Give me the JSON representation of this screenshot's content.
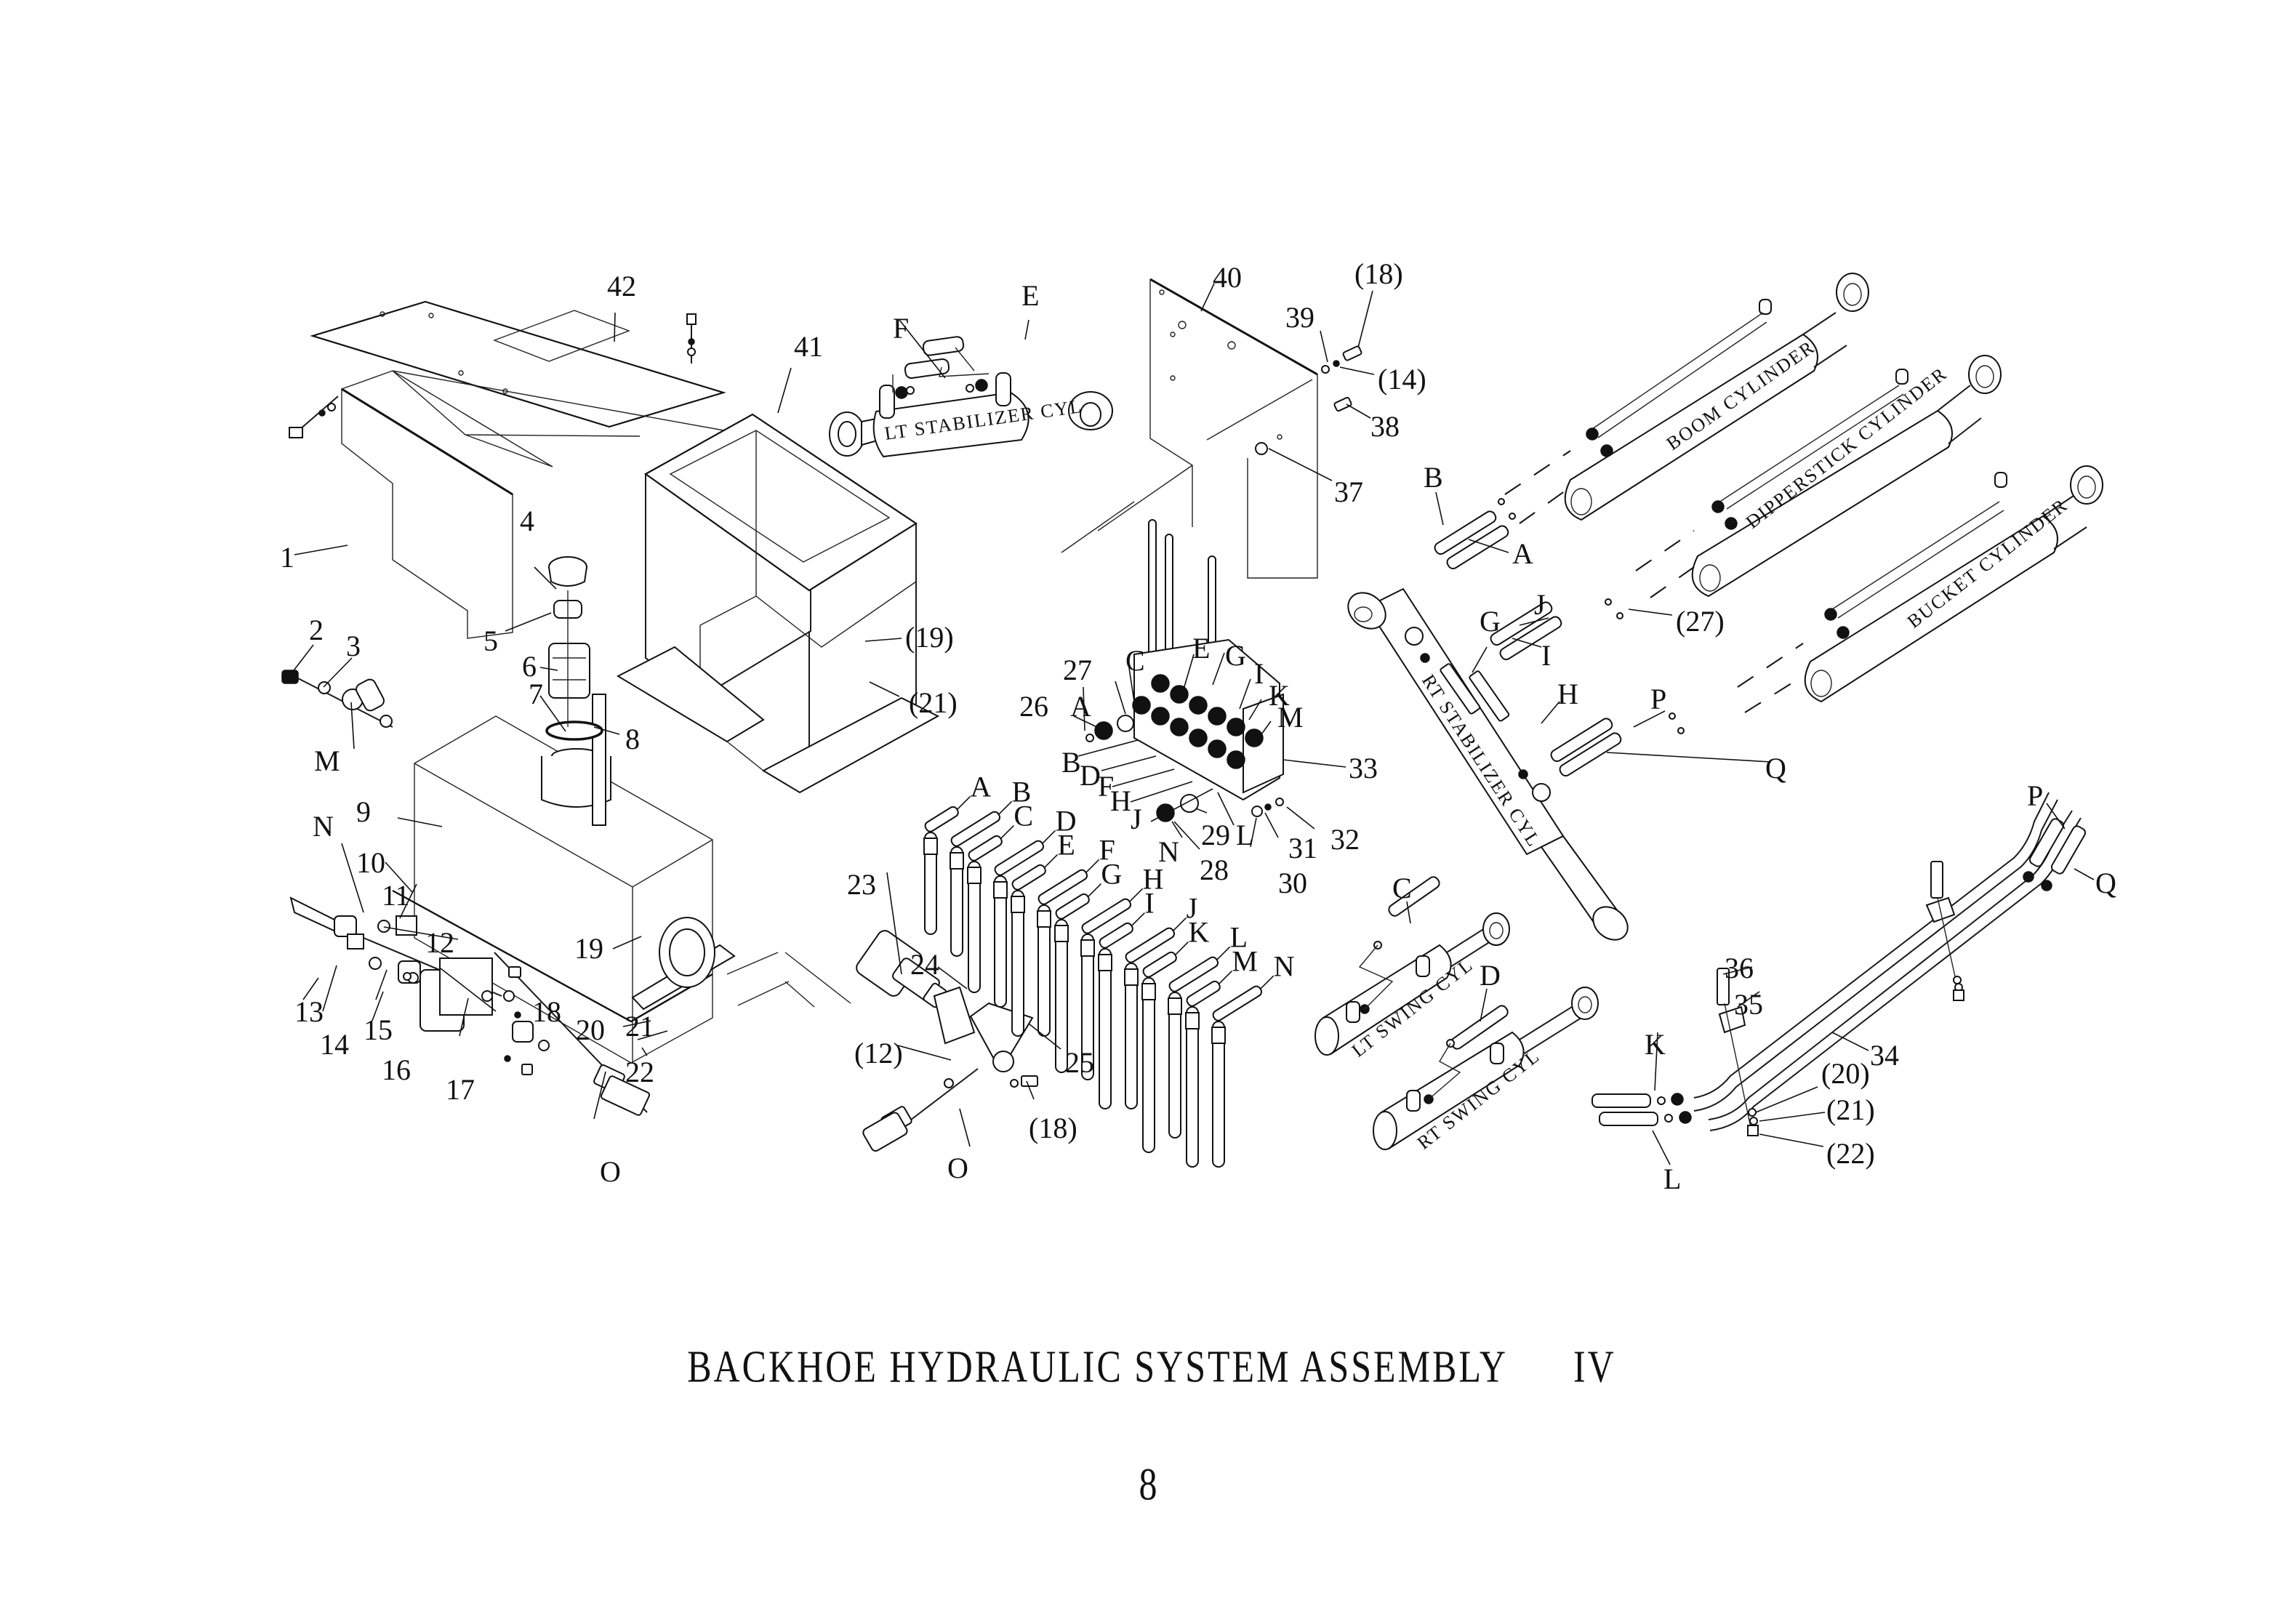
{
  "document": {
    "title": "BACKHOE HYDRAULIC SYSTEM ASSEMBLY",
    "figure_number": "IV",
    "page_number": "8"
  },
  "cylinder_labels": {
    "lt_stabilizer": "LT STABILIZER CYL",
    "rt_stabilizer": "RT STABILIZER CYL",
    "boom": "BOOM CYLINDER",
    "dipperstick": "DIPPERSTICK CYLINDER",
    "bucket": "BUCKET CYLINDER",
    "lt_swing": "LT SWING CYL",
    "rt_swing": "RT SWING CYL"
  },
  "callouts": {
    "c1": "1",
    "c2": "2",
    "c3": "3",
    "c4": "4",
    "c5": "5",
    "c6": "6",
    "c7": "7",
    "c8": "8",
    "c9": "9",
    "c10": "10",
    "c11": "11",
    "c12": "12",
    "c13": "13",
    "c14": "14",
    "c15": "15",
    "c16": "16",
    "c17": "17",
    "c18": "18",
    "c19": "19",
    "c20": "20",
    "c21": "21",
    "c22": "22",
    "c23": "23",
    "c24": "24",
    "c25": "25",
    "c26": "26",
    "c27": "27",
    "c28": "28",
    "c29": "29",
    "c30": "30",
    "c31": "31",
    "c32": "32",
    "c33": "33",
    "c34": "34",
    "c35": "35",
    "c36": "36",
    "c37": "37",
    "c38": "38",
    "c39": "39",
    "c40": "40",
    "c41": "41",
    "c42": "42",
    "p12": "(12)",
    "p14": "(14)",
    "p18": "(18)",
    "p18b": "(18)",
    "p19": "(19)",
    "p20": "(20)",
    "p21": "(21)",
    "p21b": "(21)",
    "p22": "(22)",
    "p27": "(27)",
    "M_tank": "M",
    "N_tank": "N",
    "O_pump": "O",
    "O_filter": "O",
    "A_valve": "A",
    "B_valve": "B",
    "C_valve": "C",
    "D_valve": "D",
    "E_valve": "E",
    "F_valve": "F",
    "G_valve": "G",
    "H_valve": "H",
    "I_valve": "I",
    "J_valve": "J",
    "K_valve": "K",
    "L_valve": "L",
    "M_valve": "M",
    "N_valve": "N",
    "A_hose": "A",
    "B_hose": "B",
    "C_hose": "C",
    "D_hose": "D",
    "E_hose": "E",
    "F_hose": "F",
    "G_hose": "G",
    "H_hose": "H",
    "I_hose": "I",
    "J_hose": "J",
    "K_hose": "K",
    "L_hose": "L",
    "M_hose": "M",
    "N_hose": "N",
    "E_ltstab": "E",
    "F_ltstab": "F",
    "G_rtstab": "G",
    "H_rtstab": "H",
    "A_boom": "A",
    "B_boom": "B",
    "I_dipper": "I",
    "J_dipper": "J",
    "P_bucket": "P",
    "Q_bucket": "Q",
    "C_ltswing": "C",
    "D_rtswing": "D",
    "K_line": "K",
    "L_line": "L",
    "P_line": "P",
    "Q_line": "Q"
  }
}
